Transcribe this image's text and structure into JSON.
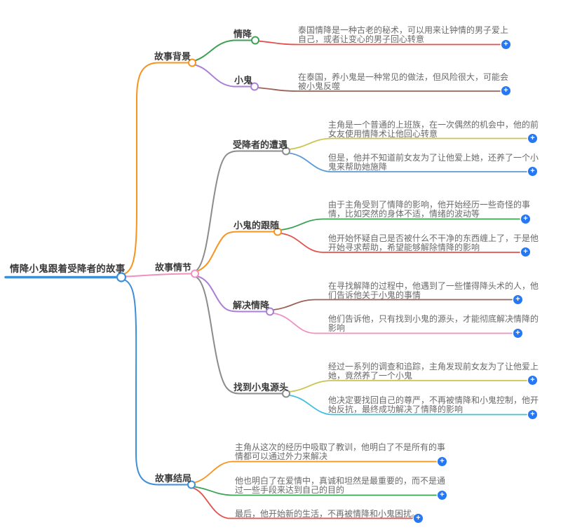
{
  "root": {
    "label": "情降小鬼跟着受降者的故事"
  },
  "branches": [
    {
      "label": "故事背景",
      "children": [
        {
          "label": "情降",
          "leaves": [
            {
              "text": "泰国情降是一种古老的秘术，可以用来让钟情的男子爱上\n自己，或者让变心的男子回心转意"
            }
          ]
        },
        {
          "label": "小鬼",
          "leaves": [
            {
              "text": "在泰国，养小鬼是一种常见的做法，但风险很大，可能会\n被小鬼反噬"
            }
          ]
        }
      ]
    },
    {
      "label": "故事情节",
      "children": [
        {
          "label": "受降者的遭遇",
          "leaves": [
            {
              "text": "主角是一个普通的上班族，在一次偶然的机会中，他的前\n女友使用情降术让他回心转意"
            },
            {
              "text": "但是，他并不知道前女友为了让他爱上她，还养了一个小\n鬼来帮助她施降"
            }
          ]
        },
        {
          "label": "小鬼的跟随",
          "leaves": [
            {
              "text": "由于主角受到了情降的影响，他开始经历一些奇怪的事\n情，比如突然的身体不适，情绪的波动等"
            },
            {
              "text": "他开始怀疑自己是否被什么不干净的东西缠上了，于是他\n开始寻求帮助，希望能够解除情降的影响"
            }
          ]
        },
        {
          "label": "解决情降",
          "leaves": [
            {
              "text": "在寻找解降的过程中，他遇到了一些懂得降头术的人，他\n们告诉他关于小鬼的事情"
            },
            {
              "text": "他们告诉他，只有找到小鬼的源头，才能彻底解决情降的\n影响"
            }
          ]
        },
        {
          "label": "找到小鬼源头",
          "leaves": [
            {
              "text": "经过一系列的调查和追踪，主角发现前女友为了让他爱上\n她，竟然养了一个小鬼"
            },
            {
              "text": "他决定要找回自己的尊严，不再被情降和小鬼控制，他开\n始反抗，最终成功解决了情降的影响"
            }
          ]
        }
      ]
    },
    {
      "label": "故事结局",
      "leaves": [
        {
          "text": "主角从这次的经历中吸取了教训，他明白了不是所有的事\n情都可以通过外力来解决"
        },
        {
          "text": "他也明白了在爱情中，真诚和坦然是最重要的，而不是通\n过一些手段来达到自己的目的"
        },
        {
          "text": "最后，他开始新的生活，不再被情降和小鬼困扰。"
        }
      ]
    }
  ],
  "plus_button": {
    "glyph": "+"
  },
  "colors": {
    "blue": "#3e8ed8",
    "orange": "#f7941e",
    "pink": "#f08fc1",
    "green": "#3ba254",
    "purple": "#ab7fd3",
    "gray": "#8c8c8c",
    "red": "#e4504d",
    "brown": "#9c6157",
    "olive": "#cbc54e",
    "skyblue": "#5b9bd5",
    "cyan": "#3fc1e0",
    "plus_bg": "#2577f3",
    "leaf_text": "#6a6a6a",
    "label_text": "#3b3b3b"
  }
}
